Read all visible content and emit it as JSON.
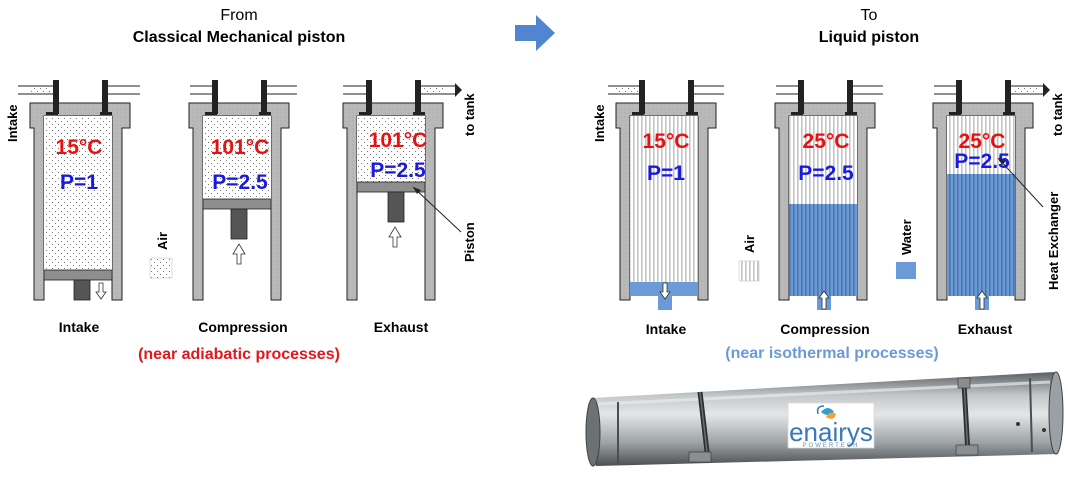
{
  "left": {
    "from_label": "From",
    "title": "Classical Mechanical piston",
    "intake_label": "Intake",
    "to_tank_label": "to tank",
    "air_label": "Air",
    "piston_label": "Piston",
    "process_note": "(near adiabatic processes)",
    "cylinders": [
      {
        "stage": "Intake",
        "temperature": "15°C",
        "pressure": "P=1"
      },
      {
        "stage": "Compression",
        "temperature": "101°C",
        "pressure": "P=2.5"
      },
      {
        "stage": "Exhaust",
        "temperature": "101°C",
        "pressure": "P=2.5"
      }
    ]
  },
  "right": {
    "to_label": "To",
    "title": "Liquid piston",
    "intake_label": "Intake",
    "to_tank_label": "to tank",
    "air_label": "Air",
    "water_label": "Water",
    "heat_exchanger_label": "Heat Exchanger",
    "process_note": "(near isothermal processes)",
    "cylinders": [
      {
        "stage": "Intake",
        "temperature": "15°C",
        "pressure": "P=1"
      },
      {
        "stage": "Compression",
        "temperature": "25°C",
        "pressure": "P=2.5"
      },
      {
        "stage": "Exhaust",
        "temperature": "25°C",
        "pressure": "P=2.5"
      }
    ]
  },
  "logo": {
    "name": "enairys",
    "tagline": "POWERTECH"
  },
  "colors": {
    "arrow": "#4f86cf",
    "water": "#6b9bd6",
    "red": "#e81010",
    "blue": "#1a1adc"
  }
}
